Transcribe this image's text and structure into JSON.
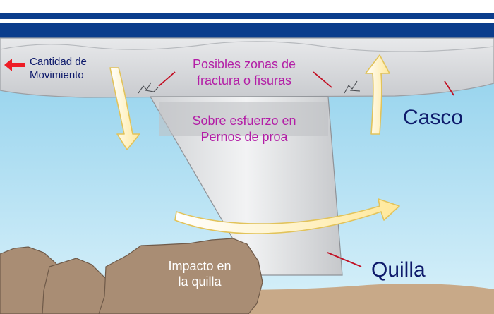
{
  "labels": {
    "momentum_line1": "Cantidad de",
    "momentum_line2": "Movimiento",
    "fracture_line1": "Posibles zonas de",
    "fracture_line2": "fractura o fisuras",
    "stress_line1": "Sobre esfuerzo en",
    "stress_line2": "Pernos de proa",
    "hull": "Casco",
    "keel": "Quilla",
    "impact_line1": "Impacto en",
    "impact_line2": "la quilla"
  },
  "icons": {
    "momentum_arrow": "arrow-left-icon",
    "rotation_arrows": "curved-arrow-icon"
  },
  "colors": {
    "water": "#aee0f2",
    "hull": "#d6d8dc",
    "hull_stripe": "#0b3d8c",
    "keel": "#dcdee1",
    "rock": "#a98d74",
    "seabed": "#c8a988",
    "label_magenta": "#b31ea6",
    "label_navy": "#0e1a6b",
    "arrow_fill": "#fff4c4",
    "arrow_edge": "#e2c35a",
    "momentum_arrow": "#ee1c25"
  }
}
